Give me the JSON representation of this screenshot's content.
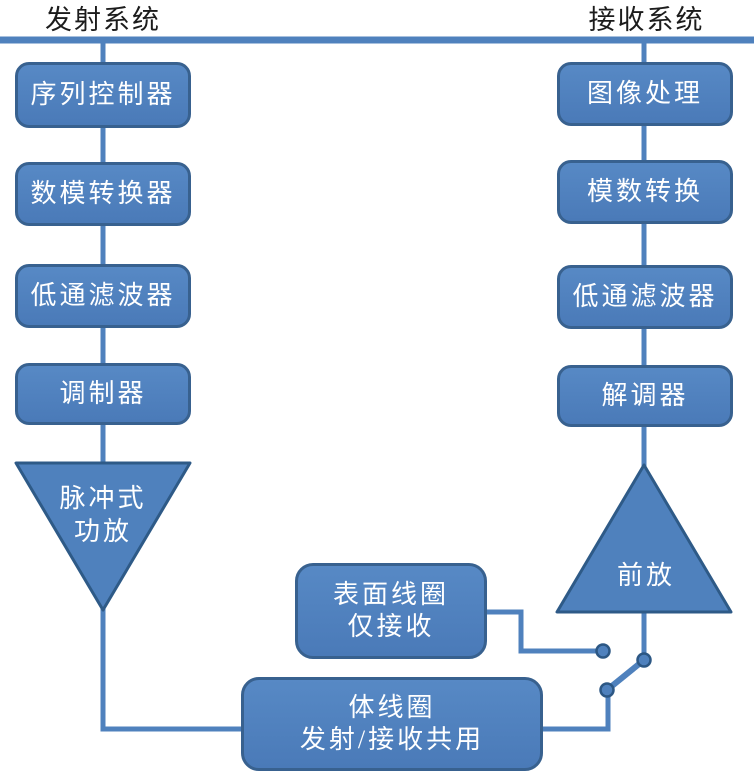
{
  "diagram_title": "MRI transmit/receive chain block diagram",
  "colors": {
    "node_fill": "#4f81bd",
    "node_fill_top": "#5789c5",
    "node_fill_bottom": "#4a7ab8",
    "node_border": "#38618f",
    "line": "#4f81bd",
    "dot_border": "#2c5784",
    "node_text": "#ffffff",
    "header_text": "#1c1c1c",
    "background": "#ffffff"
  },
  "transmit": {
    "header": "发射系统",
    "nodes": [
      "序列控制器",
      "数模转换器",
      "低通滤波器",
      "调制器"
    ],
    "amplifier": {
      "line1": "脉冲式",
      "line2": "功放"
    }
  },
  "receive": {
    "header": "接收系统",
    "nodes": [
      "图像处理",
      "模数转换",
      "低通滤波器",
      "解调器"
    ],
    "preamp": "前放"
  },
  "coils": {
    "surface": {
      "line1": "表面线圈",
      "line2": "仅接收"
    },
    "body": {
      "line1": "体线圈",
      "line2": "发射/接收共用"
    }
  }
}
